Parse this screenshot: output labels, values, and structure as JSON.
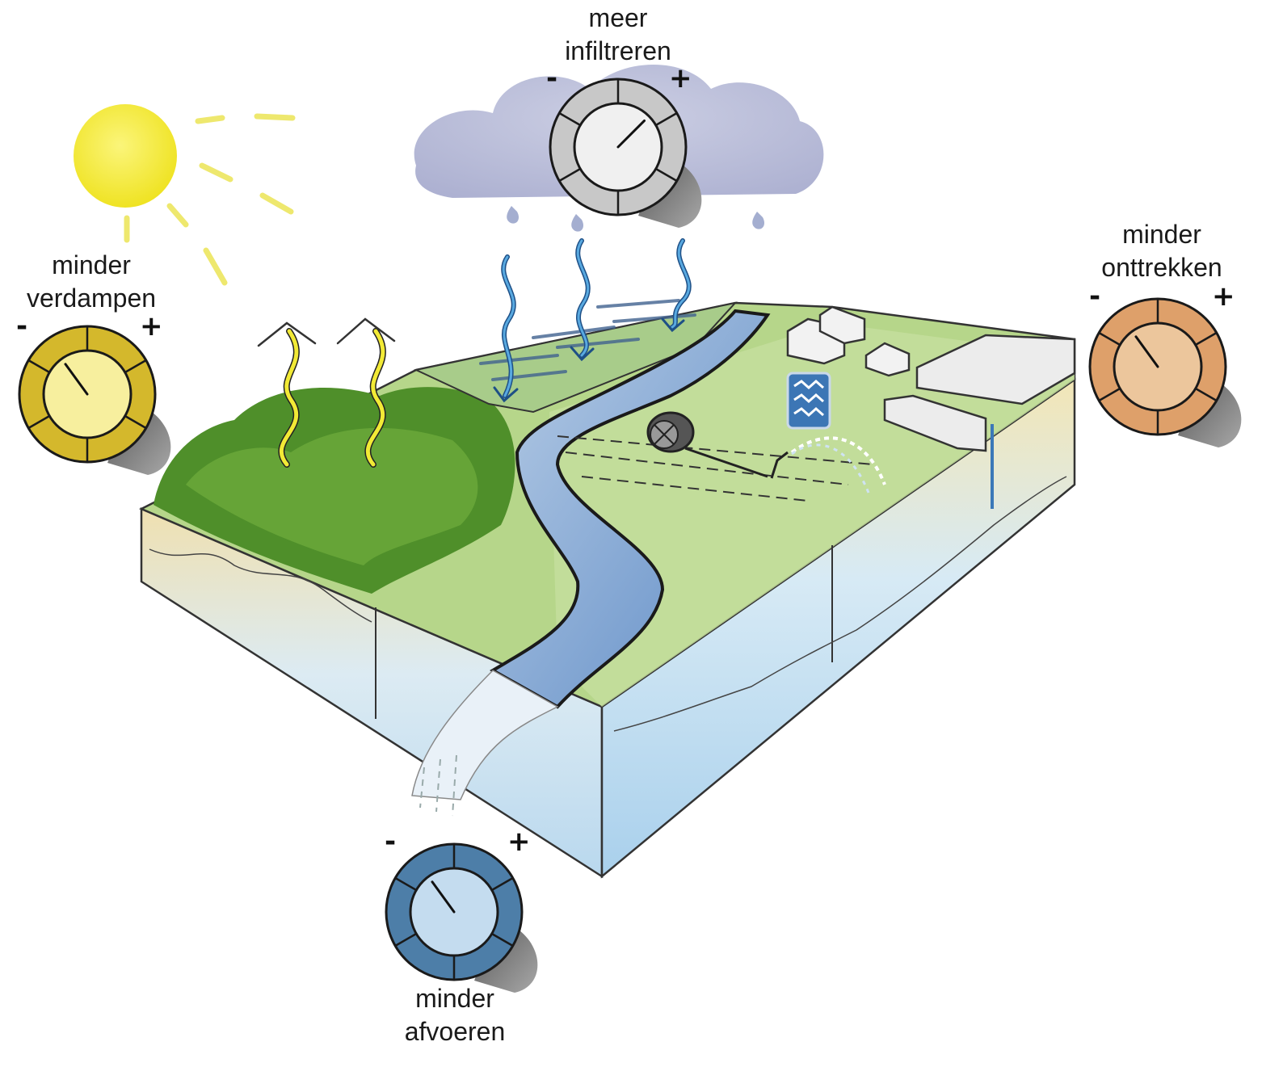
{
  "colors": {
    "evaporation_accent": "#d4b82c",
    "infiltration_accent": "#c8c8c8",
    "extraction_accent": "#dea06a",
    "discharge_accent": "#4d7ea8",
    "sun": "#f3ea2a",
    "grass": "#a9cf7a",
    "forest": "#4f8f2a",
    "river": "#7fa3cf",
    "groundwater": "#cfe5f3"
  },
  "icons": [
    "sun-icon",
    "cloud-icon",
    "rain-drop-icon",
    "house-icon",
    "barn-icon",
    "reel-irrigator-icon",
    "sprinkler-icon",
    "water-sign-icon"
  ],
  "dials": {
    "evaporation": {
      "label_line1": "minder",
      "label_line2": "verdampen",
      "minus": "-",
      "plus": "+",
      "level": 0.3
    },
    "infiltration": {
      "label_line1": "meer",
      "label_line2": "infiltreren",
      "minus": "-",
      "plus": "+",
      "level": 0.75
    },
    "extraction": {
      "label_line1": "minder",
      "label_line2": "onttrekken",
      "minus": "-",
      "plus": "+",
      "level": 0.3
    },
    "discharge": {
      "label_line1": "minder",
      "label_line2": "afvoeren",
      "minus": "-",
      "plus": "+",
      "level": 0.3
    }
  }
}
